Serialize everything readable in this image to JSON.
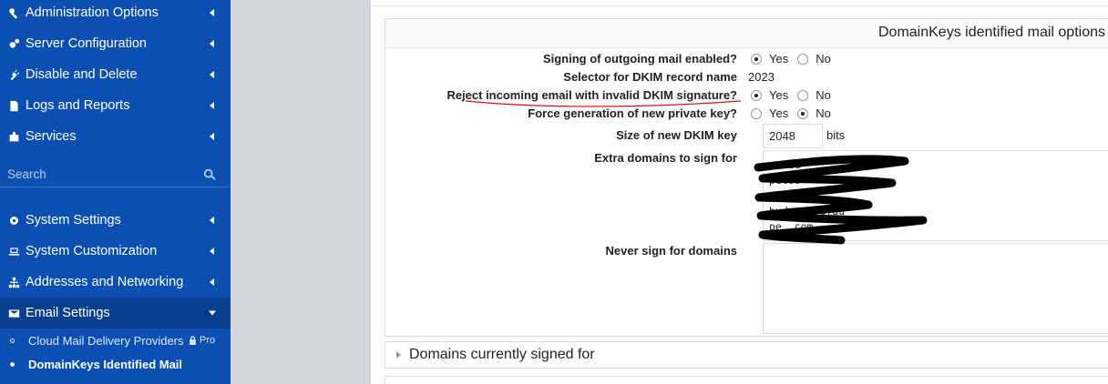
{
  "sidebar": {
    "items": [
      {
        "label": "Administration Options",
        "icon": "key-icon"
      },
      {
        "label": "Server Configuration",
        "icon": "gears-icon"
      },
      {
        "label": "Disable and Delete",
        "icon": "plug-icon"
      },
      {
        "label": "Logs and Reports",
        "icon": "file-icon"
      },
      {
        "label": "Services",
        "icon": "puzzle-icon"
      },
      {
        "label": "System Settings",
        "icon": "gear-icon"
      },
      {
        "label": "System Customization",
        "icon": "laptop-icon"
      },
      {
        "label": "Addresses and Networking",
        "icon": "sitemap-icon"
      },
      {
        "label": "Email Settings",
        "icon": "envelope-icon"
      }
    ],
    "search_placeholder": "Search",
    "subitems": [
      {
        "label": "Cloud Mail Delivery Providers",
        "badge": "Pro"
      },
      {
        "label": "DomainKeys Identified Mail"
      }
    ]
  },
  "panel": {
    "title": "DomainKeys identified mail options",
    "rows": {
      "signing_label": "Signing of outgoing mail enabled?",
      "selector_label": "Selector for DKIM record name",
      "selector_value": "2023",
      "reject_label": "Reject incoming email with invalid DKIM signature?",
      "force_label": "Force generation of new private key?",
      "keysize_label": "Size of new DKIM key",
      "keysize_value": "2048",
      "keysize_unit": "bits",
      "extra_label": "Extra domains to sign for",
      "never_label": "Never sign for domains"
    },
    "yes_label": "Yes",
    "no_label": "No",
    "extra_domains_visible": [
      "c            .au",
      "petoo",
      "pete",
      "bud          s.org.au",
      "pe   .com",
      ""
    ]
  },
  "section2": {
    "label": "Domains currently signed for"
  }
}
